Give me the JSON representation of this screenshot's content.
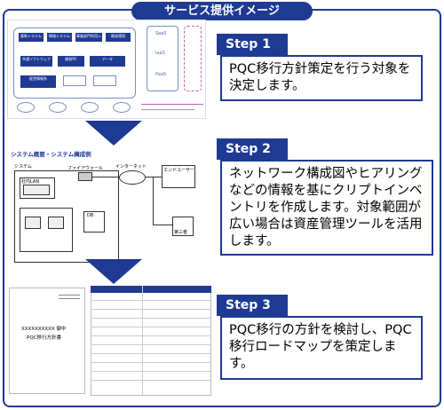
{
  "header": {
    "title": "サービス提供イメージ"
  },
  "steps": [
    {
      "label": "Step 1",
      "text": "PQC移行方針策定を行う対象を決定します。"
    },
    {
      "label": "Step 2",
      "text": "ネットワーク構成図やヒアリングなどの情報を基にクリプトインベントリを作成します。対象範囲が広い場合は資産管理ツールを活用します。"
    },
    {
      "label": "Step 3",
      "text": "PQC移行の方針を検討し、PQC移行ロードマップを策定します。"
    }
  ],
  "thumb1": {
    "systems": [
      "基幹システム",
      "情報システム",
      "事業部門利用システム",
      "開発環境",
      "共通ソフトウェア",
      "開発PC",
      "データ",
      "経営情報系"
    ],
    "saas": [
      "SaaS",
      "IaaS",
      "PaaS"
    ]
  },
  "thumb2": {
    "title": "システム概要・システム構成例",
    "system_label": "システム",
    "firewall": "ファイアウォール",
    "internet": "インターネット",
    "enduser": "エンドユーザー",
    "host_label": "社内LAN",
    "db_label": "DB",
    "client_label": "第三者"
  },
  "thumb3": {
    "company": "XXXXXXXXXX 御中",
    "doc_title": "PQC移行方針書"
  },
  "colors": {
    "primary": "#1f3a93"
  }
}
